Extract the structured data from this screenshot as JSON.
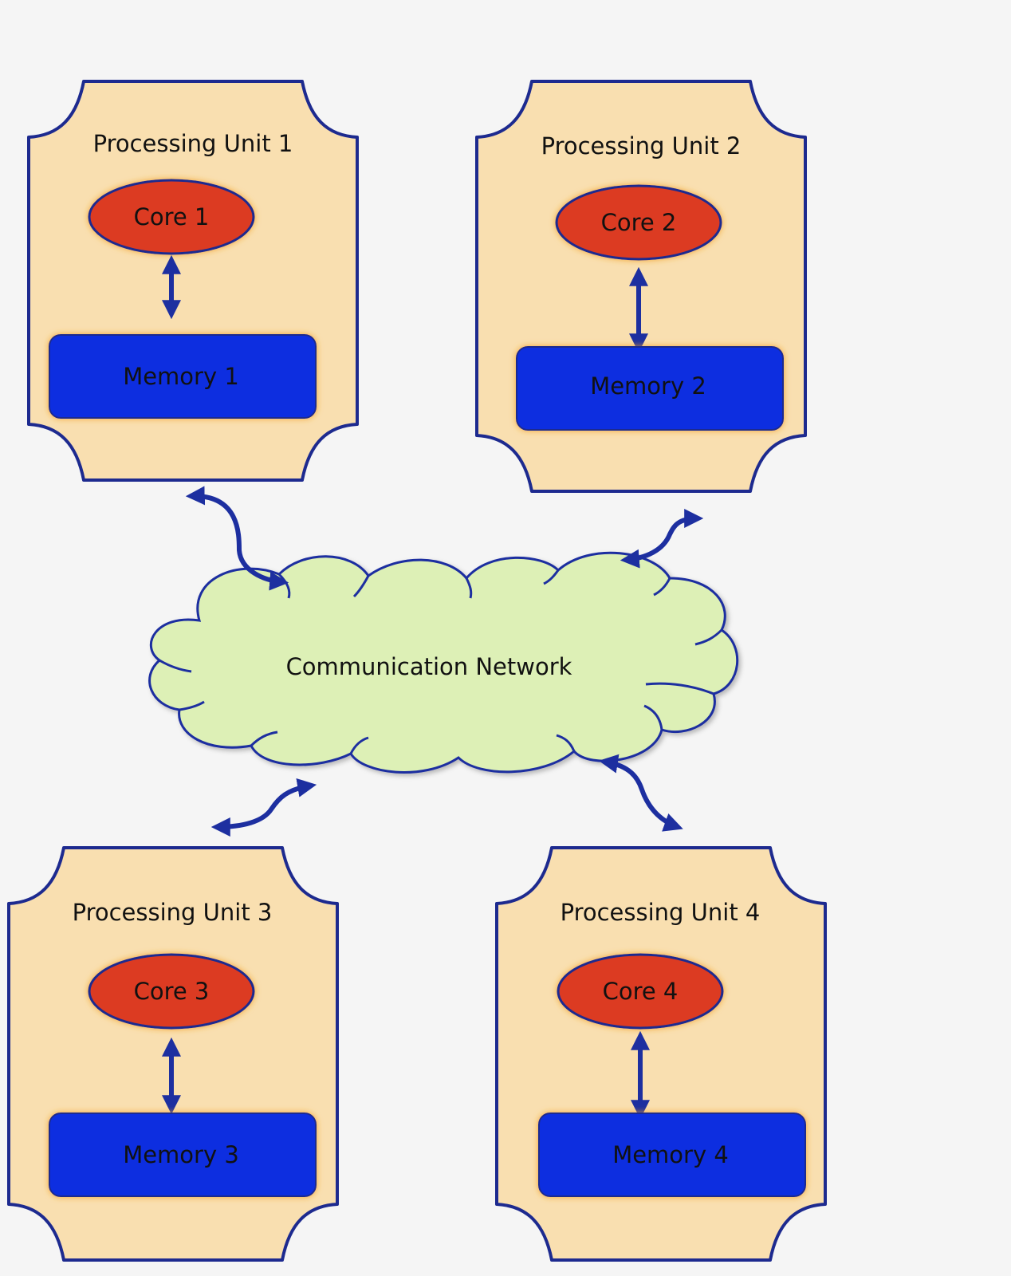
{
  "colors": {
    "background": "#f5f5f5",
    "unit_fill": "#f9dfb0",
    "unit_stroke": "#1d2a8f",
    "core_fill": "#dc3a22",
    "memory_fill": "#0a2fe0",
    "network_fill": "#ddf0b6",
    "link_stroke": "#1d2fa0"
  },
  "units": [
    {
      "title": "Processing Unit 1",
      "core": "Core 1",
      "memory": "Memory 1"
    },
    {
      "title": "Processing Unit 2",
      "core": "Core 2",
      "memory": "Memory 2"
    },
    {
      "title": "Processing Unit 3",
      "core": "Core 3",
      "memory": "Memory 3"
    },
    {
      "title": "Processing Unit 4",
      "core": "Core 4",
      "memory": "Memory 4"
    }
  ],
  "network": {
    "label": "Communication Network"
  }
}
